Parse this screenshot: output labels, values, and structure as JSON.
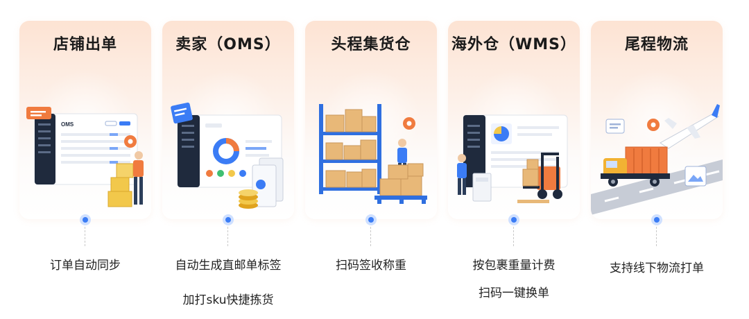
{
  "stages": [
    {
      "title": "店铺出单",
      "features": [
        "订单自动同步"
      ]
    },
    {
      "title": "卖家（OMS）",
      "features": [
        "自动生成直邮单标签",
        "加打sku快捷拣货"
      ]
    },
    {
      "title": "头程集货仓",
      "features": [
        "扫码签收称重"
      ]
    },
    {
      "title": "海外仓（WMS）",
      "features": [
        "按包裹重量计费",
        "扫码一键换单"
      ]
    },
    {
      "title": "尾程物流",
      "features": [
        "支持线下物流打单"
      ]
    }
  ],
  "illustration_text": {
    "oms_logo": "OMS"
  },
  "colors": {
    "card_top": "#fde3d3",
    "accent_blue": "#3b7cf5",
    "accent_orange": "#f07b3f",
    "box_tan": "#e8b878",
    "shelf_blue": "#2f6fe0"
  }
}
